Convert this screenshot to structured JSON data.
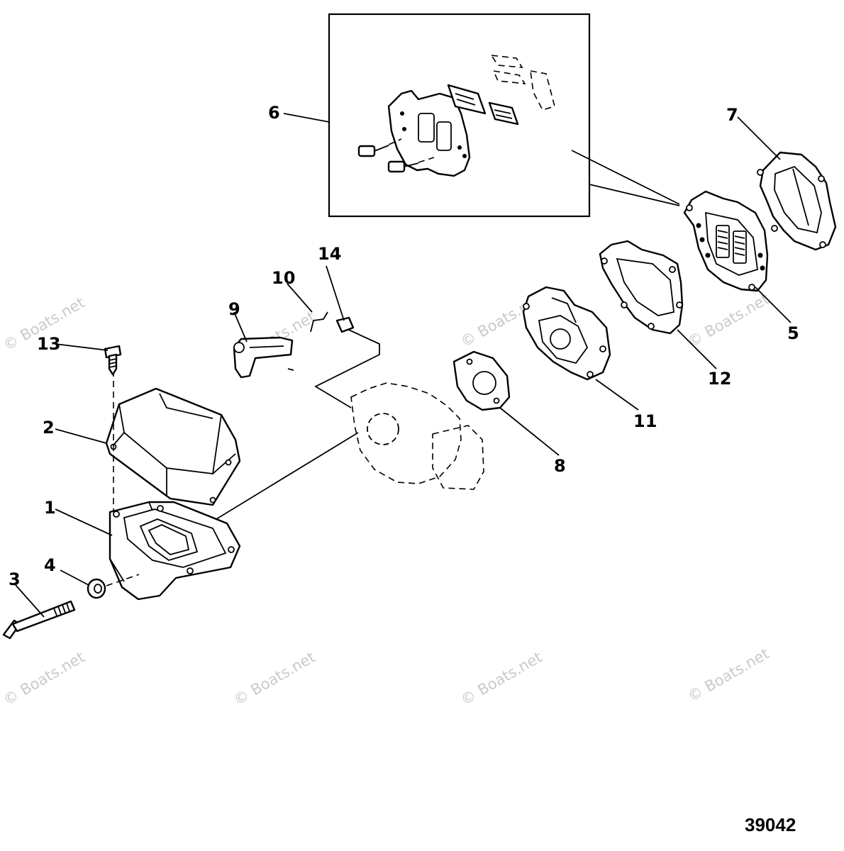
{
  "diagram": {
    "callouts": [
      {
        "id": "c1",
        "label": "1"
      },
      {
        "id": "c2",
        "label": "2"
      },
      {
        "id": "c3",
        "label": "3"
      },
      {
        "id": "c4",
        "label": "4"
      },
      {
        "id": "c5",
        "label": "5"
      },
      {
        "id": "c6",
        "label": "6"
      },
      {
        "id": "c7",
        "label": "7"
      },
      {
        "id": "c8",
        "label": "8"
      },
      {
        "id": "c9",
        "label": "9"
      },
      {
        "id": "c10",
        "label": "10"
      },
      {
        "id": "c11",
        "label": "11"
      },
      {
        "id": "c12",
        "label": "12"
      },
      {
        "id": "c13",
        "label": "13"
      },
      {
        "id": "c14",
        "label": "14"
      }
    ],
    "figure_number": "39042",
    "watermark": "© Boats.net"
  }
}
